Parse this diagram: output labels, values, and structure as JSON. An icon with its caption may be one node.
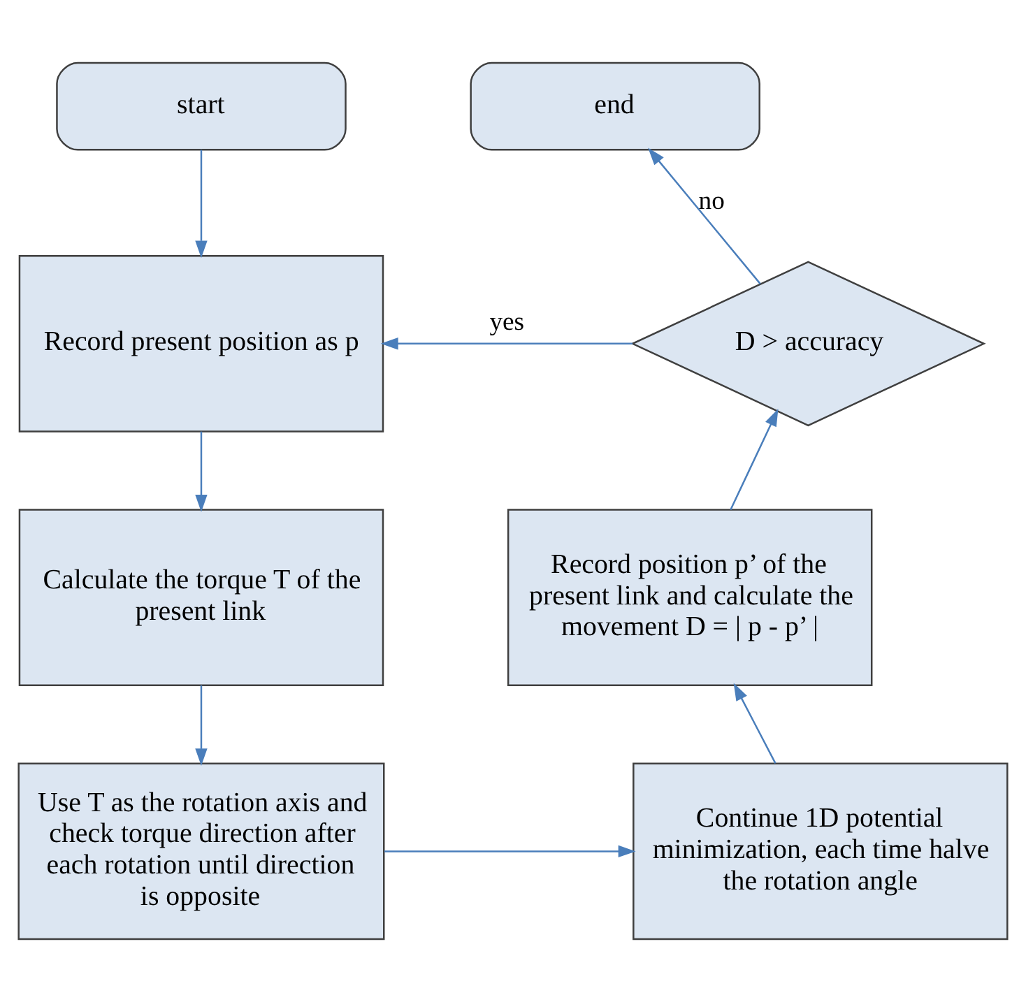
{
  "diagram": {
    "nodes": [
      {
        "text": [
          "start"
        ]
      },
      {
        "text": [
          "end"
        ]
      },
      {
        "text": [
          "Record present position as p"
        ]
      },
      {
        "text": [
          "D > accuracy"
        ]
      },
      {
        "text": [
          "Calculate the torque T of the present link"
        ]
      },
      {
        "text": [
          "Record position p’ of the present link and calculate the movement D = | p - p’ |"
        ]
      },
      {
        "text": [
          "Use T as the rotation axis and check torque direction after each rotation until direction is opposite"
        ]
      },
      {
        "text": [
          "Continue 1D potential minimization, each time halve the rotation angle"
        ]
      }
    ],
    "edges": [
      {
        "from": 0,
        "to": 2,
        "arrow": "to"
      },
      {
        "from": 2,
        "to": 4,
        "arrow": "to"
      },
      {
        "from": 4,
        "to": 6,
        "arrow": "to"
      },
      {
        "from": 6,
        "to": 7,
        "arrow": "to"
      },
      {
        "from": 7,
        "to": 5,
        "arrow": "to"
      },
      {
        "from": 5,
        "to": 3,
        "arrow": "to"
      },
      {
        "from": 3,
        "to": 2,
        "arrow": "to",
        "label": "yes"
      },
      {
        "from": 3,
        "to": 1,
        "arrow": "to",
        "label": "no"
      }
    ]
  }
}
